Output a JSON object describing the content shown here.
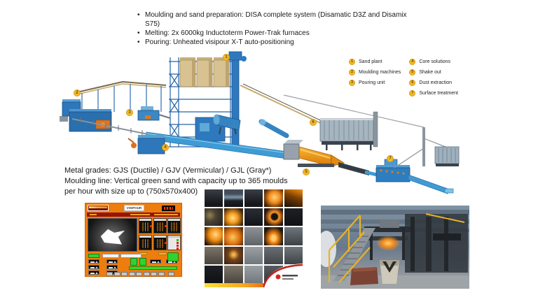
{
  "bullets": [
    "Moulding and sand preparation: DISA complete system (Disamatic D3Z and Disamix S75)",
    "Melting: 2x 6000kg Inductoterm Power-Trak furnaces",
    "Pouring: Unheated visipour X-T auto-positioning"
  ],
  "legend": {
    "items": [
      {
        "num": "1",
        "label": "Sand plant"
      },
      {
        "num": "2",
        "label": "Moulding machines"
      },
      {
        "num": "3",
        "label": "Pouring unit"
      },
      {
        "num": "4",
        "label": "Core solutions"
      },
      {
        "num": "5",
        "label": "Shake out"
      },
      {
        "num": "6",
        "label": "Dust extraction"
      },
      {
        "num": "7",
        "label": "Surface treatment"
      }
    ]
  },
  "markers": [
    "1",
    "2",
    "3",
    "4",
    "5",
    "6",
    "7"
  ],
  "metal_lines": [
    "Metal grades: GJS (Ductile) / GJV (Vermicular) / GJL (Gray*)",
    "Moulding line: Vertical green sand with capacity up to 365 moulds",
    "per hour with size up to (750x570x400)"
  ],
  "hmi": {
    "brand": "VISIPOUR"
  },
  "colors": {
    "badge_yellow": "#F2BA2C",
    "diagram_blue": "#2E79BD",
    "sand_tan": "#D8C292",
    "hmi_orange": "#ED7D0E",
    "status_green": "#2FD32F",
    "shakeout_orange": "#E8920E"
  }
}
